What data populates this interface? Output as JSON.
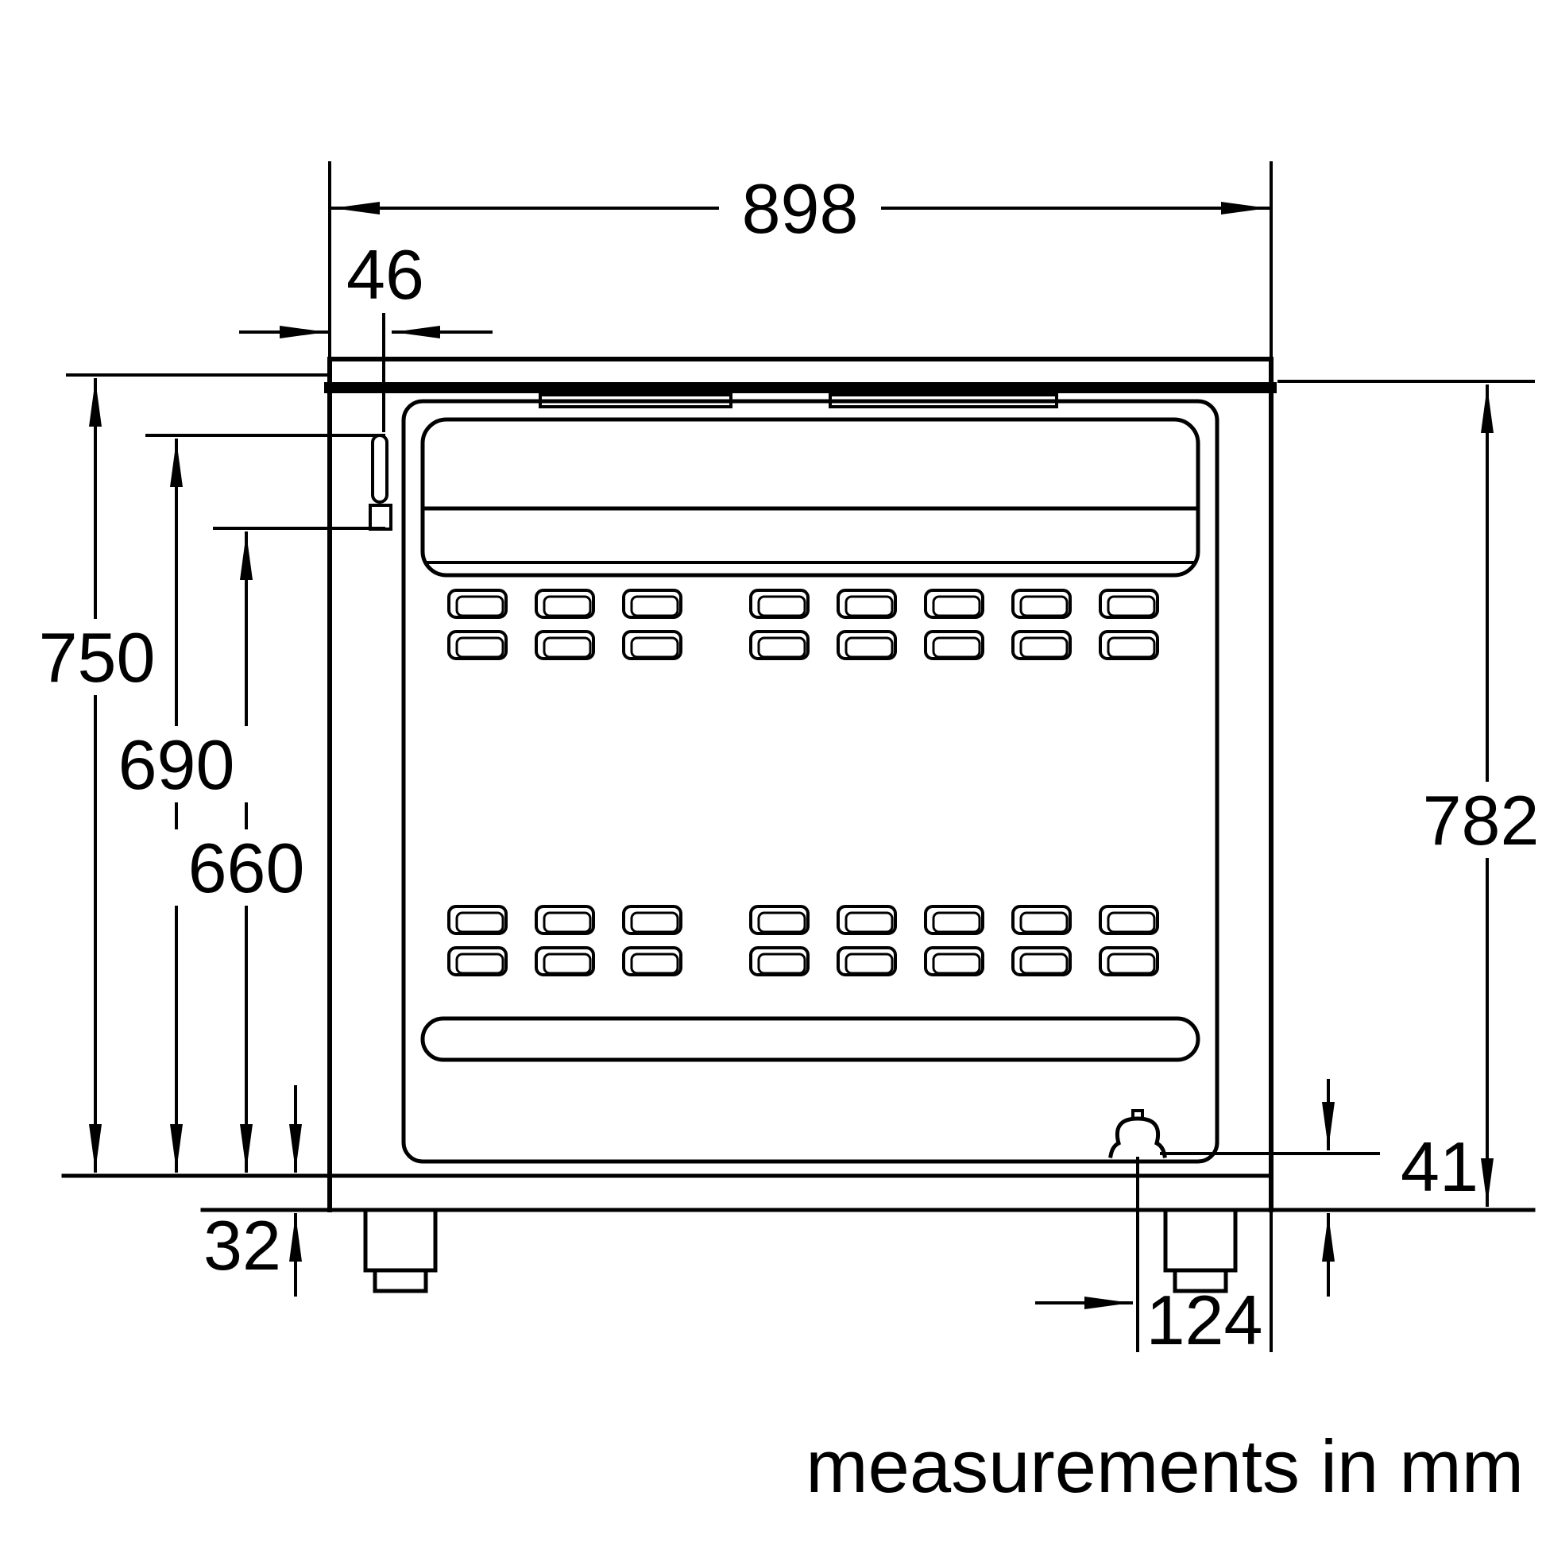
{
  "dims": {
    "width": "898",
    "gas_inlet_offset": "46",
    "height_main": "750",
    "height_inlet_top": "690",
    "height_inlet_bottom": "660",
    "height_overall": "782",
    "gas_connection_bottom_offset": "41",
    "base_height": "32",
    "gas_connection_side_offset": "124"
  },
  "caption": "measurements in mm",
  "colors": {
    "line": "#000000",
    "background": "#ffffff"
  }
}
